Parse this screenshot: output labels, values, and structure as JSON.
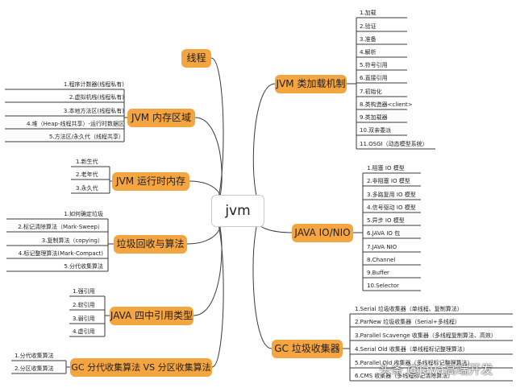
{
  "root": {
    "label": "jvm"
  },
  "watermark": "头条 @java高端开发",
  "colors": {
    "topic": "#f5a53f",
    "line": "#3a3a3a",
    "root_border": "#c9c9c9"
  },
  "topics": {
    "thread": {
      "label": "线程",
      "items": []
    },
    "jvm_memory": {
      "label": "JVM 内存区域",
      "items": [
        "1.程序计数器(线程私有)",
        "2.虚拟机栈(线程私有)",
        "3.本地方法区(线程私有)",
        "4.堆（Heap-线程共享）-运行时数据区",
        "5.方法区/永久代（线程共享）"
      ]
    },
    "jvm_runtime": {
      "label": "JVM 运行时内存",
      "items": [
        "1.新生代",
        "2.老年代",
        "3.永久代"
      ]
    },
    "gc_algo": {
      "label": "垃圾回收与算法",
      "items": [
        "1.如何确定垃圾",
        "2.标记清除算法（Mark-Sweep）",
        "3.复制算法（copying）",
        "4.标记整理算法(Mark-Compact)",
        "5.分代收集算法"
      ]
    },
    "java_refs": {
      "label": "JAVA 四中引用类型",
      "items": [
        "1.强引用",
        "2.软引用",
        "3.弱引用",
        "4.虚引用"
      ]
    },
    "gc_partition": {
      "label": "GC 分代收集算法 VS 分区收集算法",
      "items": [
        "1.分代收集算法",
        "2.分区收集算法"
      ]
    },
    "class_loading": {
      "label": "JVM 类加载机制",
      "items": [
        "1.加载",
        "2.验证",
        "3.准备",
        "4.解析",
        "5.符号引用",
        "6.直接引用",
        "7.初始化",
        "8.类构造器<client>",
        "9.类加载器",
        "10.双亲委派",
        "11.OSGI（动态模型系统）"
      ]
    },
    "java_io": {
      "label": "JAVA IO/NIO",
      "items": [
        "1.阻塞 IO 模型",
        "2.非阻塞 IO 模型",
        "3.多路复用 IO 模型",
        "4.信号驱动 IO 模型",
        "5.异步 IO 模型",
        "6.JAVA IO 包",
        "7.JAVA NIO",
        "8.Channel",
        "9.Buffer",
        "10.Selector"
      ]
    },
    "gc_collectors": {
      "label": "GC 垃圾收集器",
      "items": [
        "1.Serial 垃圾收集器（单线程、复制算法）",
        "2.ParNew 垃圾收集器（Serial+多线程）",
        "3.Parallel Scavenge 收集器（多线程复制算法、高效）",
        "4.Serial Old 收集器（单线程标记整理算法）",
        "5.Parallel Old 收集器（多线程标记整理算法）",
        "6.CMS 收集器（多线程标记清除算法）"
      ]
    }
  }
}
